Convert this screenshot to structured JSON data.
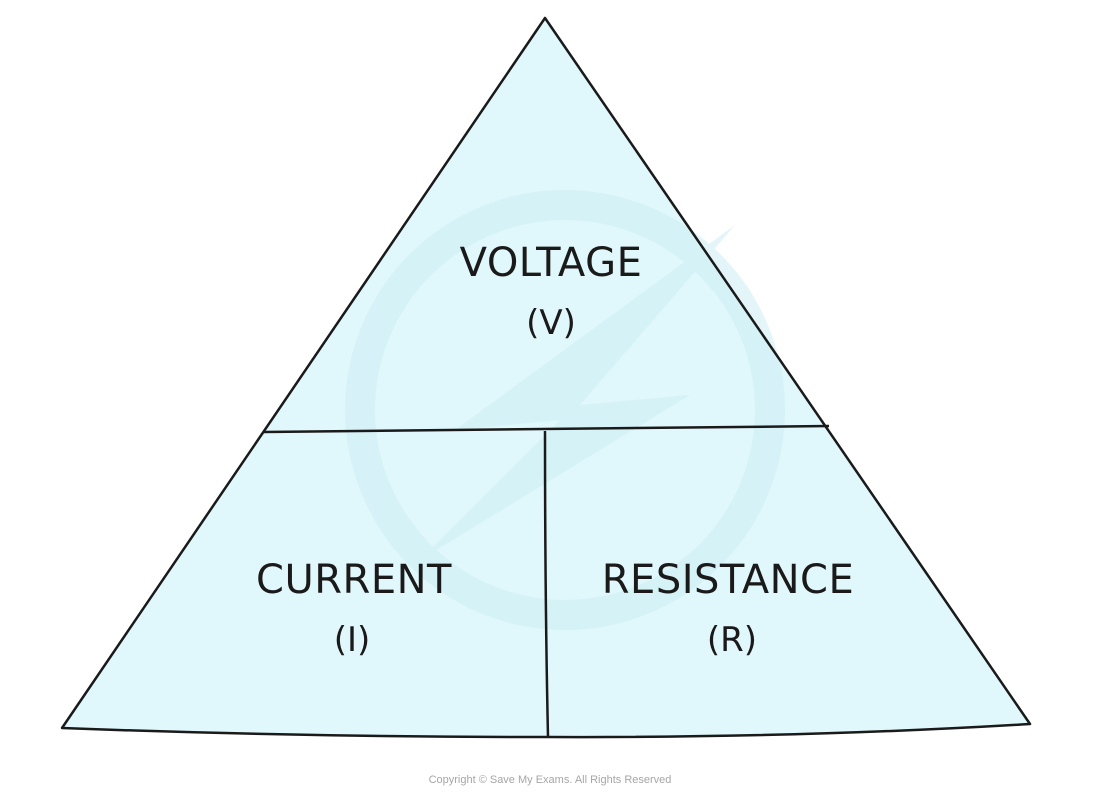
{
  "triangle": {
    "top": {
      "name": "VOLTAGE",
      "symbol": "(V)"
    },
    "bottom_left": {
      "name": "CURRENT",
      "symbol": "(I)"
    },
    "bottom_right": {
      "name": "RESISTANCE",
      "symbol": "(R)"
    }
  },
  "colors": {
    "fill": "#e0f7fb",
    "stroke": "#1a1a1a",
    "watermark": "#c9ecf3"
  },
  "watermark_icon": "save-my-exams-logo-icon",
  "footer": {
    "copyright": "Copyright © Save My Exams. All Rights Reserved"
  }
}
